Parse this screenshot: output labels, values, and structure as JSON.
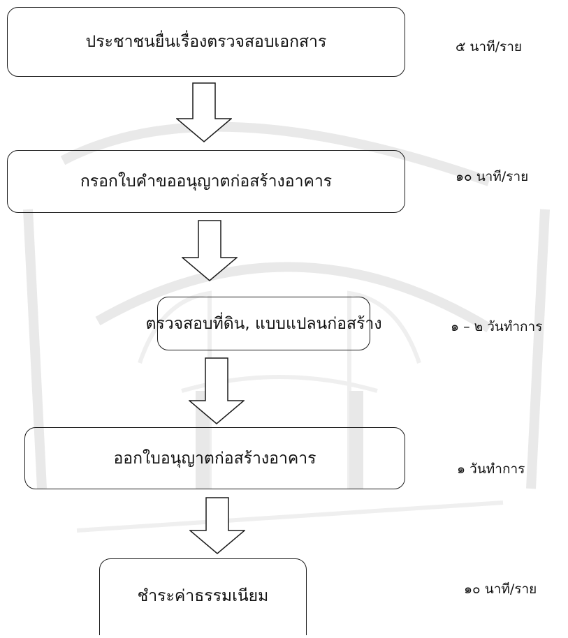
{
  "steps": [
    {
      "label": "ประชาชนยื่นเรื่องตรวจสอบเอกสาร",
      "time": "๕ นาที/ราย"
    },
    {
      "label": "กรอกใบคำขออนุญาตก่อสร้างอาคาร",
      "time": "๑๐ นาที/ราย"
    },
    {
      "label": "ตรวจสอบที่ดิน, แบบแปลนก่อสร้าง",
      "time": "๑ – ๒ วันทำการ"
    },
    {
      "label": "ออกใบอนุญาตก่อสร้างอาคาร",
      "time": "๑ วันทำการ"
    },
    {
      "label": "ชำระค่าธรรมเนียม",
      "time": "๑๐ นาที/ราย"
    }
  ]
}
